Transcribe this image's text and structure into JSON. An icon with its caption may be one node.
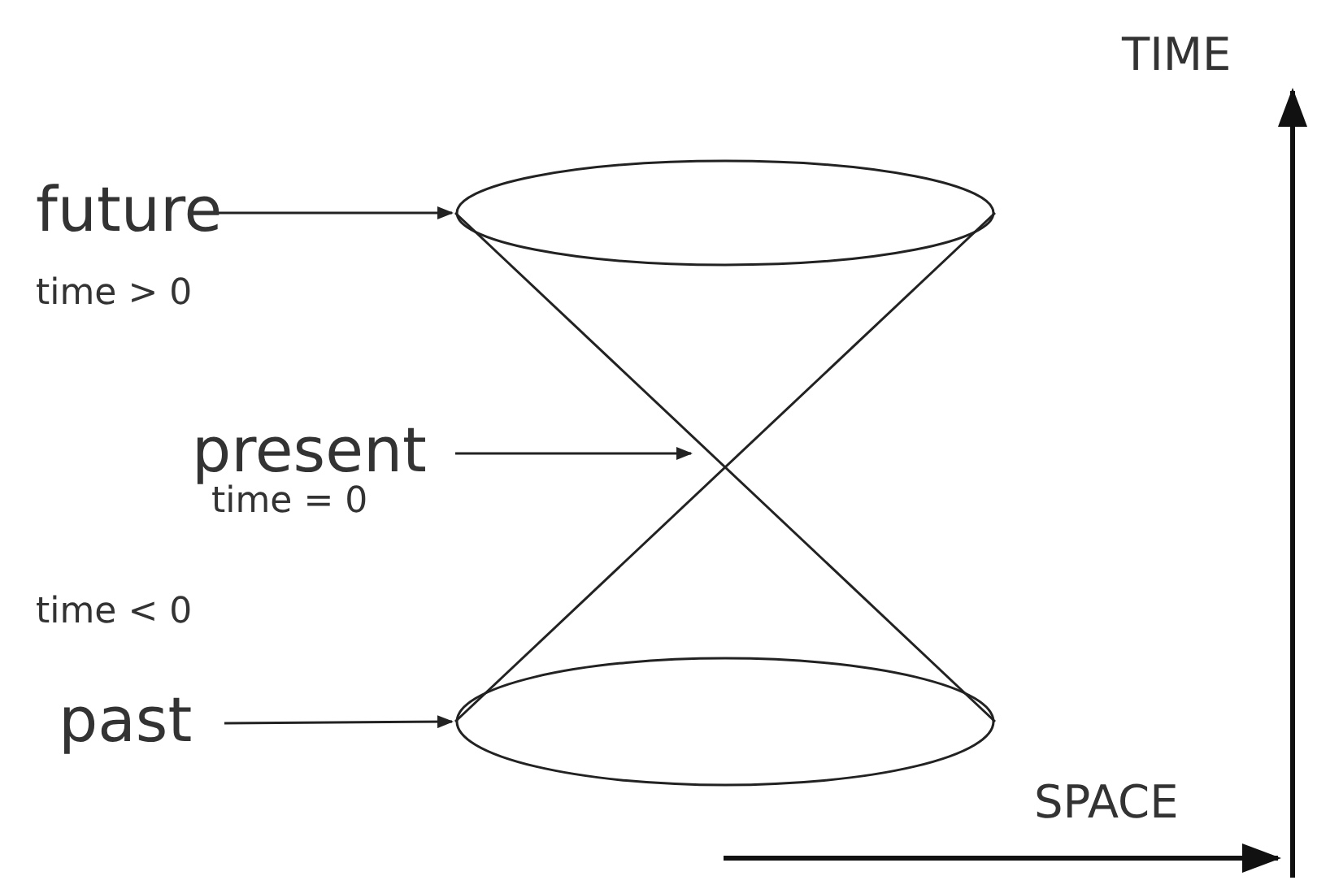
{
  "diagram": {
    "nodes": [
      {
        "text": [
          "future"
        ],
        "beside": [
          "time > 0"
        ]
      },
      {
        "text": [],
        "shape": "ellipse"
      },
      {
        "text": [
          "present"
        ],
        "beside": [
          "time = 0"
        ]
      },
      {
        "text": [
          "past"
        ],
        "beside": [
          "time < 0"
        ]
      },
      {
        "text": [],
        "shape": "ellipse"
      }
    ],
    "edges": [
      {
        "from": 0,
        "to": 1,
        "arrow": "to"
      },
      {
        "from": 2,
        "to": null,
        "arrow": "to"
      },
      {
        "from": 3,
        "to": 4,
        "arrow": "to"
      },
      {
        "from": 1,
        "to": 4,
        "arrow": "none"
      },
      {
        "from": 1,
        "to": 4,
        "arrow": "none"
      }
    ],
    "labels": [
      "TIME",
      "SPACE"
    ]
  }
}
